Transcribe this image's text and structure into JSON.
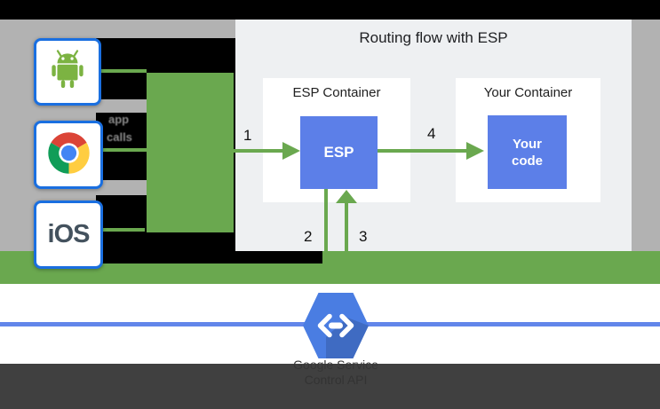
{
  "diagram": {
    "title": "Routing flow with ESP",
    "clients": {
      "ios_label": "iOS",
      "android_icon": "android-robot-icon",
      "chrome_icon": "chrome-browser-icon"
    },
    "obscured_fragment": {
      "line1": "app",
      "line2": "calls"
    },
    "esp_container": {
      "label": "ESP Container",
      "box_label": "ESP"
    },
    "your_container": {
      "label": "Your Container",
      "box_line1": "Your",
      "box_line2": "code"
    },
    "steps": {
      "one": "1",
      "two": "2",
      "three": "3",
      "four": "4"
    },
    "endpoints": {
      "icon": "cloud-endpoints-hexagon-icon",
      "caption_line1": "Google Service",
      "caption_line2": "Control API"
    },
    "colors": {
      "flow_green": "#6aa84f",
      "box_blue": "#5c7fe8",
      "hexagon_blue": "#4a7de2",
      "client_border_blue": "#1a6fe0",
      "endpoints_line_blue": "#6286ea",
      "left_panel_gray": "#b2b2b2",
      "main_panel_gray": "#eef0f2",
      "bottom_bar_gray": "#404040"
    }
  }
}
